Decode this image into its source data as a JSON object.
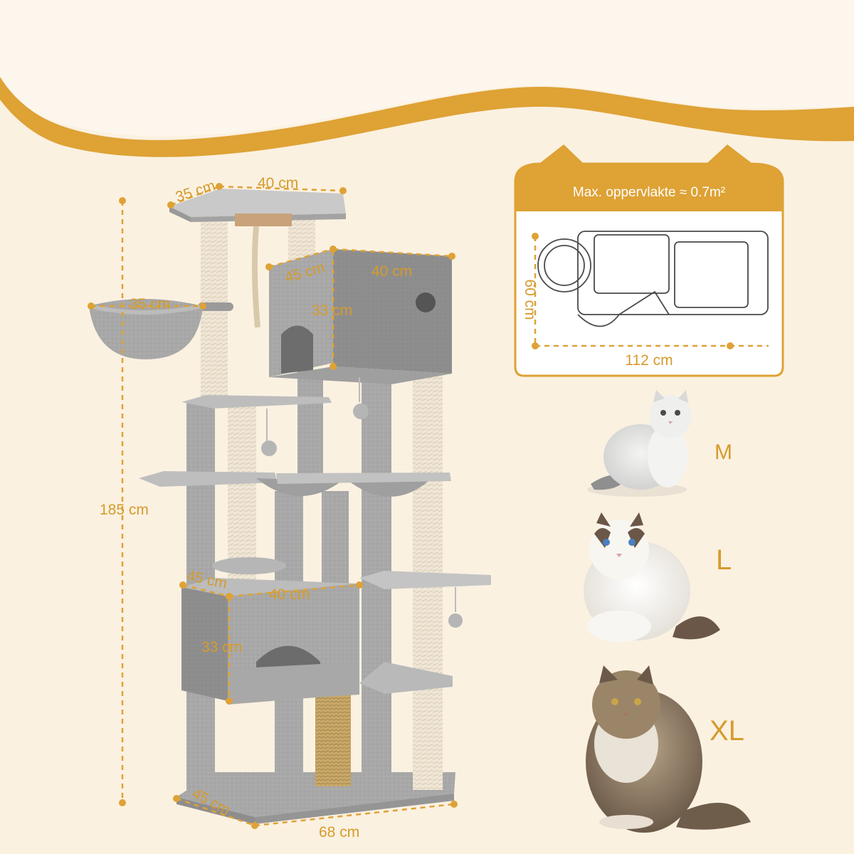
{
  "colors": {
    "background": "#fbf1e1",
    "accent": "#dea235",
    "top_band": "#fdf6ec",
    "post_sisal": "#ece3d3",
    "plush_gray": "#a9a9a9"
  },
  "tree": {
    "height_label": "185 cm",
    "top_platform": {
      "width_label": "40 cm",
      "depth_label": "35 cm"
    },
    "basket": {
      "diameter_label": "35 cm"
    },
    "upper_condo": {
      "depth_label": "45 cm",
      "width_label": "40 cm",
      "height_label": "33 cm"
    },
    "lower_condo": {
      "depth_label": "45 cm",
      "width_label": "40 cm",
      "height_label": "33 cm"
    },
    "base": {
      "depth_label": "45 cm",
      "width_label": "68 cm"
    }
  },
  "footprint": {
    "title": "Max. oppervlakte ≈ 0.7m²",
    "width_label": "112 cm",
    "depth_label": "60 cm"
  },
  "cat_sizes": [
    {
      "label": "M",
      "icon": "small-cat-photo"
    },
    {
      "label": "L",
      "icon": "ragdoll-cat-photo"
    },
    {
      "label": "XL",
      "icon": "maine-coon-cat-photo"
    }
  ]
}
